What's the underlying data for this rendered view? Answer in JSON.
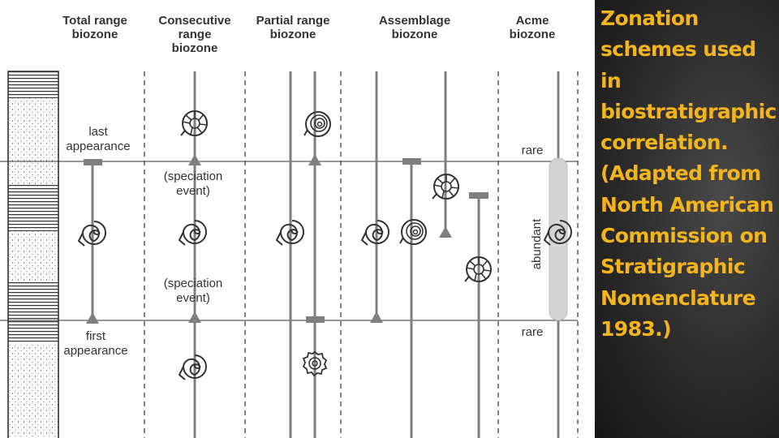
{
  "headers": [
    {
      "lines": [
        "Total range",
        "biozone"
      ]
    },
    {
      "lines": [
        "Consecutive",
        "range",
        "biozone"
      ]
    },
    {
      "lines": [
        "Partial range",
        "biozone"
      ]
    },
    {
      "lines": [
        "Assemblage",
        "biozone"
      ]
    },
    {
      "lines": [
        "Acme",
        "biozone"
      ]
    }
  ],
  "labels": {
    "last_appearance": [
      "last",
      "appearance"
    ],
    "first_appearance": [
      "first",
      "appearance"
    ],
    "speciation_1": [
      "(speciation",
      "event)"
    ],
    "speciation_2": [
      "(speciation",
      "event)"
    ],
    "rare_top": "rare",
    "rare_bottom": "rare",
    "abundant": "abundant"
  },
  "caption": "Zonation schemes used in biostratigraphic correlation. (Adapted from North American Commission on Stratigraphic Nomenclature 1983.)",
  "colors": {
    "caption": "#f4b41a",
    "line": "#7f7f7f",
    "ink": "#333333",
    "acme_bar": "#d4d4d4"
  },
  "icons": [
    "ammonite-icon",
    "ammonite-spiral-icon",
    "ammonite-ribbed-icon",
    "ammonite-ornate-icon",
    "range-bar-icon",
    "range-triangle-icon"
  ]
}
